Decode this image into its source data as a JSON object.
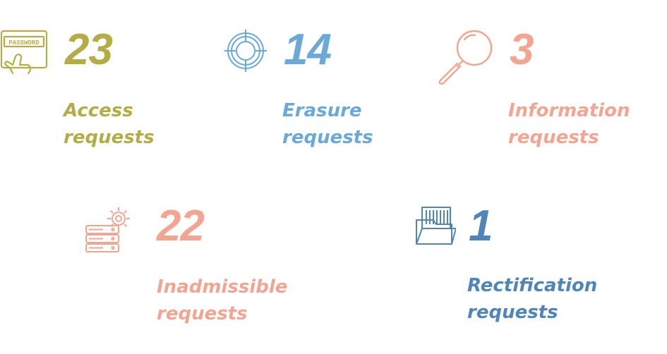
{
  "colors": {
    "olive": "#b4ad45",
    "blue": "#6aa9d8",
    "salmon": "#f2a692",
    "steel": "#4f86b7"
  },
  "stats": [
    {
      "icon": "password-tablet-icon",
      "value": "23",
      "line1": "Access",
      "line2": "requests",
      "color": "#b4ad45"
    },
    {
      "icon": "target-crosshair-icon",
      "value": "14",
      "line1": "Erasure",
      "line2": "requests",
      "color": "#6aa9d8"
    },
    {
      "icon": "magnifying-glass-icon",
      "value": "3",
      "line1": "Information",
      "line2": "requests",
      "color": "#f2a692"
    },
    {
      "icon": "server-gear-icon",
      "value": "22",
      "line1": "Inadmissible",
      "line2": "requests",
      "color": "#f2a692"
    },
    {
      "icon": "folder-files-icon",
      "value": "1",
      "line1": "Rectification",
      "line2": "requests",
      "color": "#4f86b7"
    }
  ],
  "icons": {
    "password_text": "PASSWORD"
  }
}
